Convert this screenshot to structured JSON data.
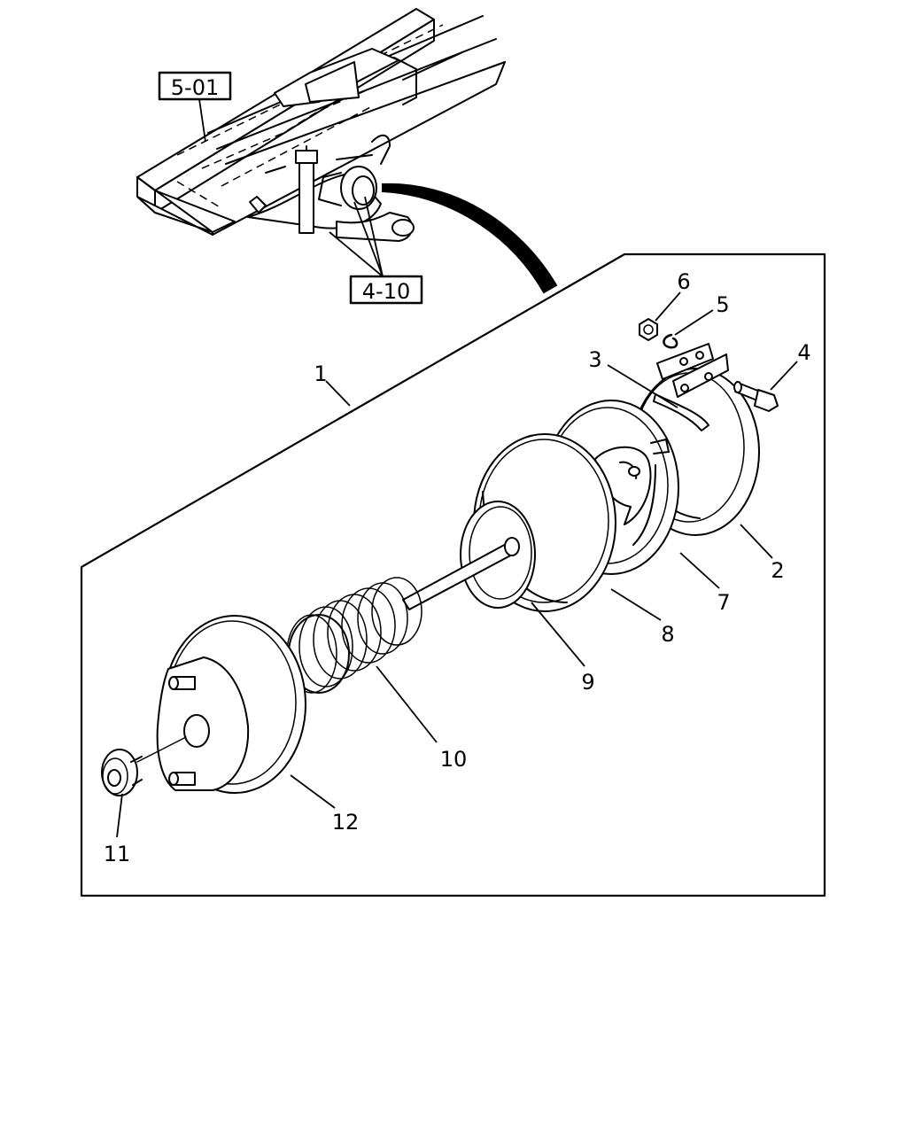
{
  "references": {
    "frame": "5-01",
    "suspension": "4-10"
  },
  "callouts": {
    "c1": "1",
    "c2": "2",
    "c3": "3",
    "c4": "4",
    "c5": "5",
    "c6": "6",
    "c7": "7",
    "c8": "8",
    "c9": "9",
    "c10": "10",
    "c11": "11",
    "c12": "12"
  }
}
